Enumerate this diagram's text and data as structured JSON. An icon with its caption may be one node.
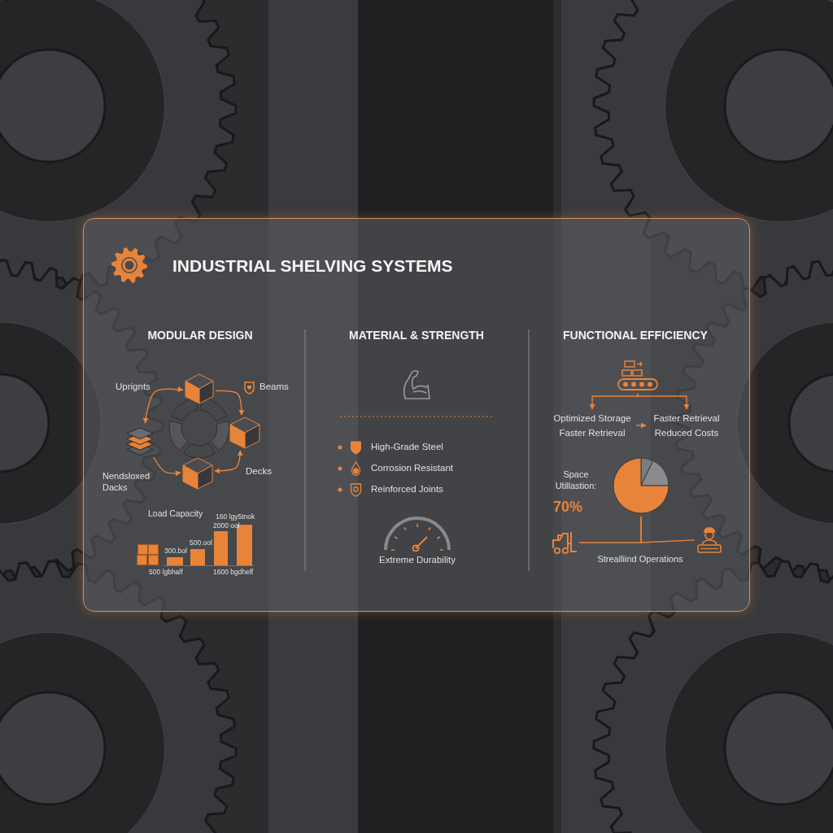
{
  "diagram": {
    "title": "INDUSTRIAL SHELVING SYSTEMS",
    "nodes": [
      {
        "text": [],
        "shape": "picture"
      },
      {
        "text": [],
        "shape": "picture"
      },
      {
        "text": [],
        "shape": "picture"
      },
      {
        "text": [],
        "shape": "picture"
      },
      {
        "text": [],
        "shape": "picture"
      },
      {
        "text": [
          "Optimized Storage Faster Retrieval"
        ]
      },
      {
        "text": [
          "Faster Retrieval Reduced Costs"
        ]
      },
      {
        "text": [],
        "shape": "picture"
      },
      {
        "text": [],
        "shape": "picture"
      },
      {
        "text": [],
        "shape": "picture"
      }
    ],
    "edges": [
      {
        "from": 0,
        "to": 1,
        "arrow": "to"
      },
      {
        "from": 1,
        "to": 2,
        "arrow": "both"
      },
      {
        "from": 3,
        "to": 2,
        "arrow": "to"
      },
      {
        "from": 0,
        "to": 3,
        "arrow": "both"
      },
      {
        "from": 4,
        "to": 5,
        "arrow": "to"
      },
      {
        "from": 4,
        "to": 6,
        "arrow": "to"
      },
      {
        "from": 5,
        "to": 6,
        "arrow": "to"
      },
      {
        "from": 7,
        "to": 8,
        "arrow": "none"
      },
      {
        "from": 7,
        "to": 9,
        "arrow": "none"
      }
    ],
    "labels": [
      "MODULAR DESIGN",
      "MATERIAL & STRENGTH",
      "FUNCTIONAL EFFICIENCY",
      "Uprignts",
      "Beams",
      "Nendsloxed Dacks",
      "Decks",
      "Load Capacity",
      "160 lgy5tnok",
      "2000 ool",
      "500.ool",
      "300.bol",
      "500 lgbhalf",
      "1600 bgdhelf",
      "High-Grade Steel",
      "Corrosion Resistant",
      "Reinforced Joints",
      "Extreme Durability",
      "Space Utillastion:",
      "70%",
      "Strealliind Operations"
    ]
  }
}
